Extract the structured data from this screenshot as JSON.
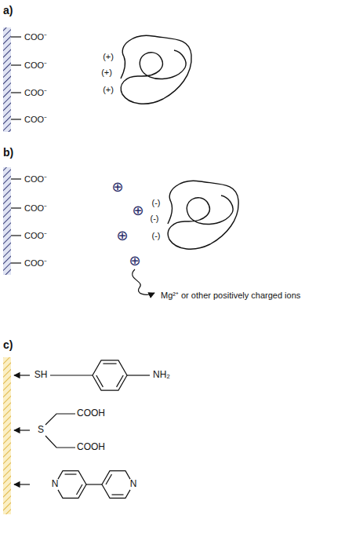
{
  "diagram": {
    "labels": [
      "a)",
      "COO⁻",
      "COO⁻",
      "COO⁻",
      "COO⁻",
      "(+)",
      "(+)",
      "(+)",
      "b)",
      "COO⁻",
      "COO⁻",
      "COO⁻",
      "COO⁻",
      "⊕",
      "⊕",
      "⊕",
      "⊕",
      "(-)",
      "(-)",
      "(-)",
      "Mg²⁺ or other positively charged ions",
      "c)",
      "SH",
      "NH₂",
      "S",
      "COOH",
      "COOH",
      "N",
      "N"
    ]
  }
}
